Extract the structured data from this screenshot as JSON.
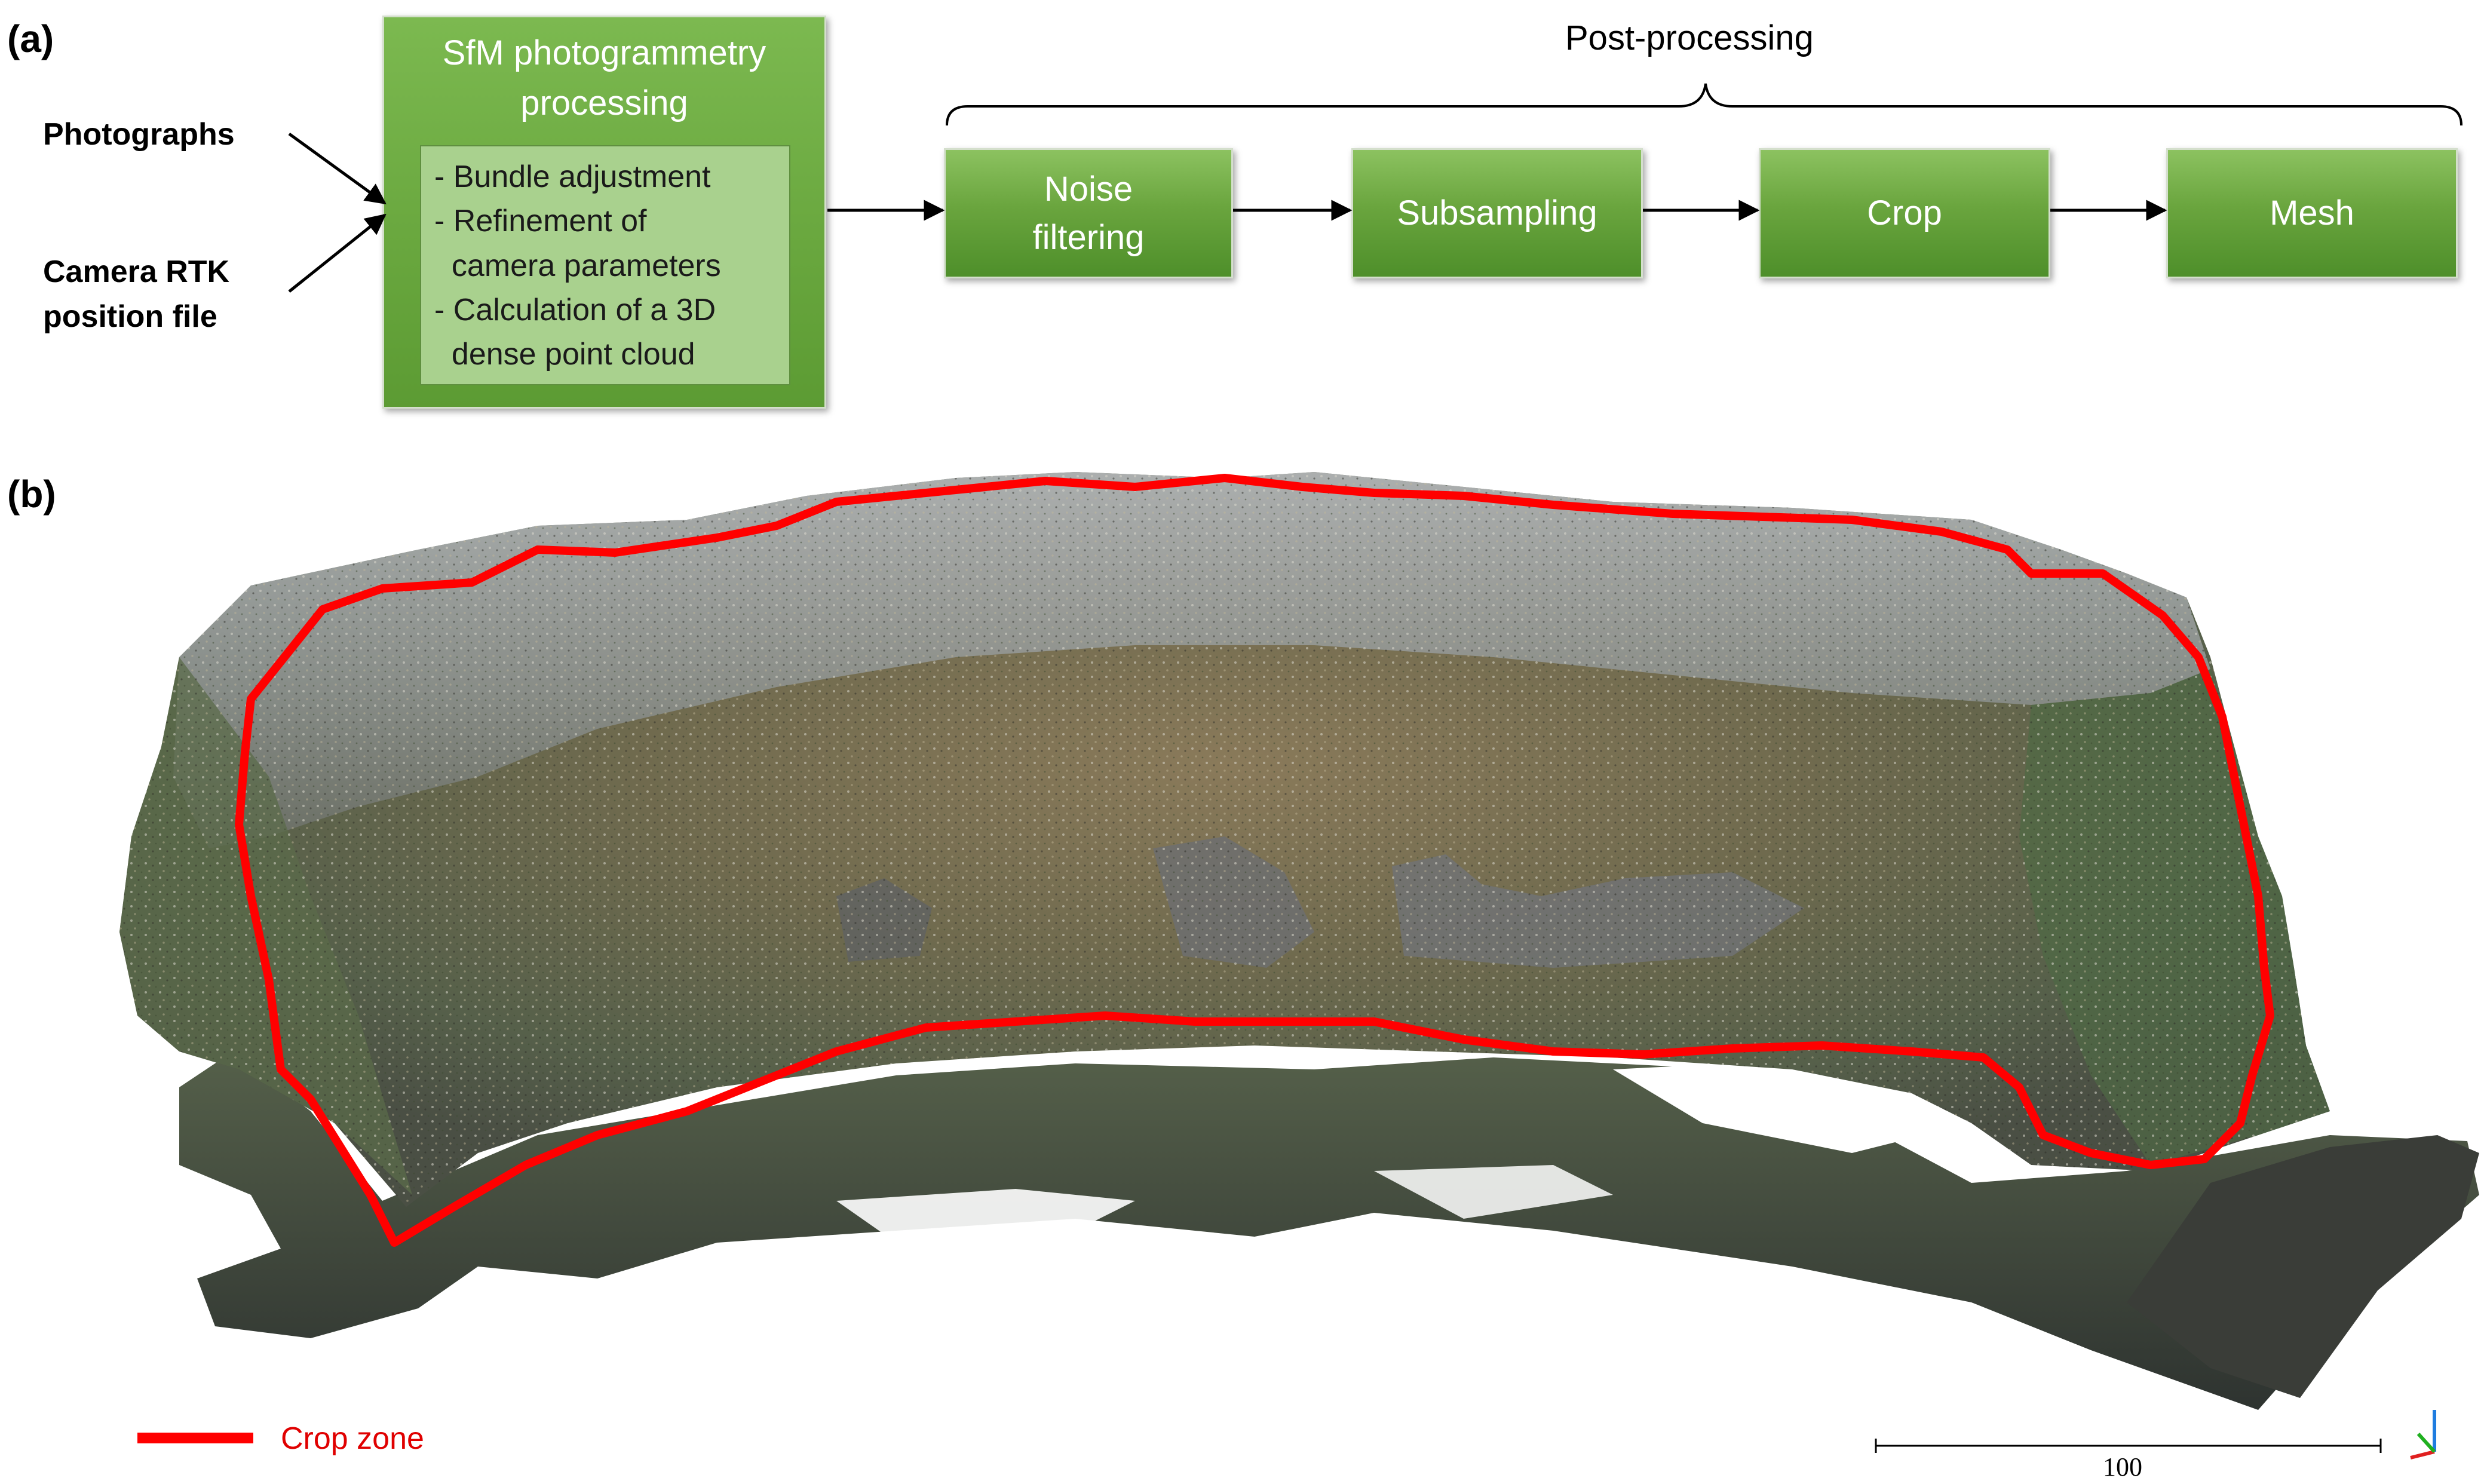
{
  "panel_a": {
    "label": "(a)"
  },
  "panel_b": {
    "label": "(b)"
  },
  "inputs": [
    {
      "label": "Photographs"
    },
    {
      "label": "Camera RTK position file"
    }
  ],
  "sfm": {
    "title": "SfM photogrammetry processing",
    "steps": [
      "- Bundle adjustment",
      "- Refinement of\n  camera parameters",
      "- Calculation of a 3D\n  dense point cloud"
    ]
  },
  "post_processing": {
    "label": "Post-processing",
    "steps": [
      "Noise filtering",
      "Subsampling",
      "Crop",
      "Mesh"
    ]
  },
  "legend": {
    "label": "Crop zone",
    "color": "#ff0000"
  },
  "scale_bar": {
    "label": "100"
  },
  "colors": {
    "box_green": "#6aa53e",
    "inner_green": "#a9d18e",
    "crop_red": "#ff0000"
  }
}
